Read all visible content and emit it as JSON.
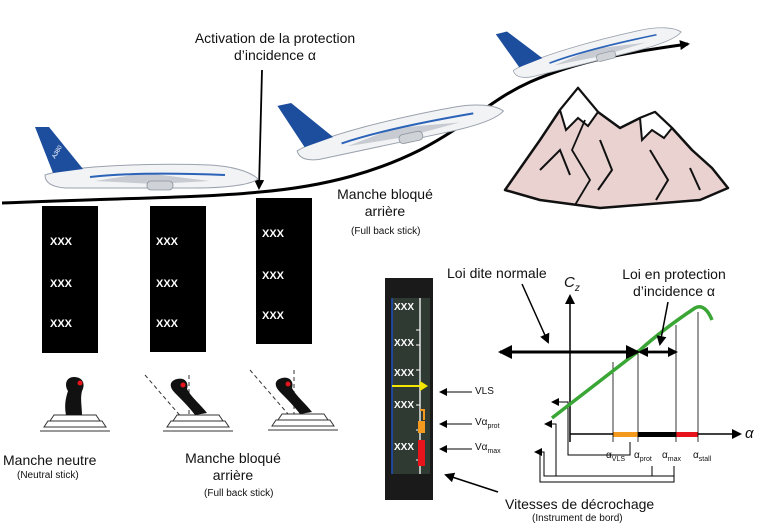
{
  "annotations": {
    "activation_title": "Activation de la protection",
    "activation_alpha": "d’incidence α",
    "manche_bloque_top_line1": "Manche bloqué",
    "manche_bloque_top_line2": "arrière",
    "full_back_stick_top": "(Full back stick)",
    "manche_neutre": "Manche neutre",
    "neutral_stick": "(Neutral stick)",
    "manche_bloque_bottom_line1": "Manche bloqué",
    "manche_bloque_bottom_line2": "arrière",
    "full_back_stick_bottom": "(Full back stick)",
    "loi_normale": "Loi dite normale",
    "loi_protection_line1": "Loi en protection",
    "loi_protection_line2": "d’incidence α",
    "vitesses_decrochage": "Vitesses de décrochage",
    "instrument_de_bord": "(Instrument de bord)",
    "aircraft_tail_text": "A380"
  },
  "tape_label": "XXX",
  "cz_axis": {
    "y_label": "Cz",
    "x_label": "α",
    "alpha_markers": [
      "αVLS",
      "αprot",
      "αmax",
      "αstall"
    ]
  },
  "speed_labels": [
    "VLS",
    "Vαprot",
    "Vαmax"
  ],
  "colors": {
    "lift_curve": "#3aa635",
    "tape_background": "#000000",
    "instrument_background": "#2f3a33",
    "orange_band": "#f39a1e",
    "red_band": "#e8141c",
    "yellow_marker": "#f5e600",
    "trend_arrow": "#4f7fb5"
  }
}
